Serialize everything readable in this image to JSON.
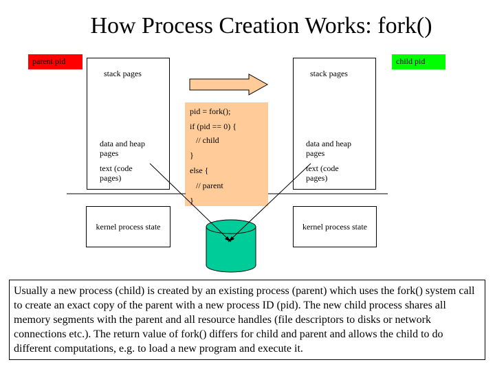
{
  "title": "How Process Creation Works: fork()",
  "parent": {
    "pid_label": "parent pid",
    "stack_label": "stack pages",
    "data_heap_label": "data and heap\npages",
    "text_label": "text (code\npages)",
    "kernel_label": "kernel process state"
  },
  "child": {
    "pid_label": "child pid",
    "stack_label": "stack pages",
    "data_heap_label": "data and heap\npages",
    "text_label": "text (code\npages)",
    "kernel_label": "kernel process state"
  },
  "code_lines": [
    "pid = fork();",
    "if (pid == 0) {",
    "   // child",
    "}",
    "else {",
    "   // parent",
    "}"
  ],
  "description": "Usually a new process (child) is created by an existing process (parent) which uses the fork() system call to create an exact copy of the parent with a new process ID (pid). The new child process shares all memory segments with the parent and all resource handles (file descriptors to disks or network connections etc.). The return value of fork() differs for child and parent and allows the child to do different computations, e.g. to load a new program and execute it.",
  "colors": {
    "parent_pid": "#ff0000",
    "child_pid": "#00ff00",
    "code_bg": "#ffcc99",
    "arrow_fill": "#ffcc99",
    "disk": "#00cc99"
  },
  "icons": {
    "disk": "disk-cylinder-icon",
    "arrow": "right-arrow-icon"
  }
}
